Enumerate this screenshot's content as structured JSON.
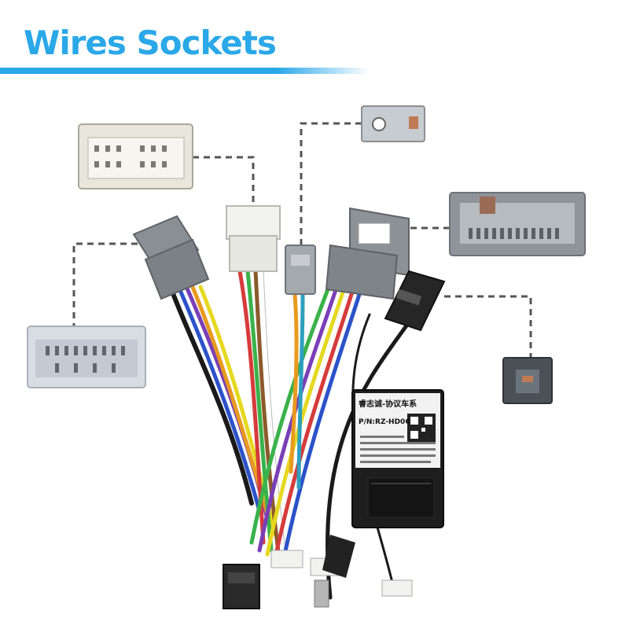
{
  "header": {
    "title": "Wires Sockets",
    "accent_color": "#2aa8e8"
  },
  "decoder_box": {
    "brand_label": "睿志诚-协议车系",
    "part_number": "P/N:RZ-HD06",
    "color": "#1e1e1e"
  },
  "palette": {
    "connector_gray": "#8a8f94",
    "socket_light": "#d7dde3",
    "connector_white": "#f2f2ee",
    "dash_line": "#555555"
  }
}
